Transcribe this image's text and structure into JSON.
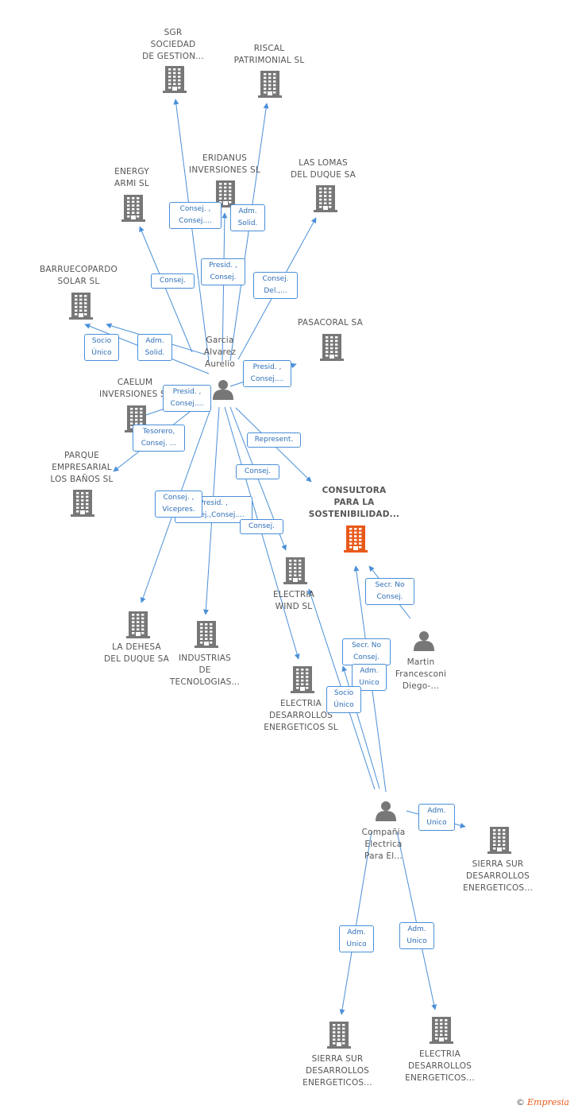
{
  "colors": {
    "edge": "#4a8fd8",
    "building": "#777777",
    "focus_building": "#e8591a",
    "person": "#777777"
  },
  "companies": [
    {
      "id": "sgr",
      "lines": [
        "SGR",
        "SOCIEDAD",
        "DE GESTION..."
      ]
    },
    {
      "id": "riscal",
      "lines": [
        "RISCAL",
        "PATRIMONIAL SL"
      ]
    },
    {
      "id": "eridanus",
      "lines": [
        "ERIDANUS",
        "INVERSIONES SL"
      ]
    },
    {
      "id": "energy",
      "lines": [
        "ENERGY",
        "ARMI SL"
      ]
    },
    {
      "id": "lomas",
      "lines": [
        "LAS LOMAS",
        "DEL DUQUE SA"
      ]
    },
    {
      "id": "barrue",
      "lines": [
        "BARRUECOPARDO",
        "SOLAR SL"
      ]
    },
    {
      "id": "pasacoral",
      "lines": [
        "PASACORAL SA"
      ]
    },
    {
      "id": "caelum",
      "lines": [
        "CAELUM",
        "INVERSIONES SL"
      ]
    },
    {
      "id": "parque",
      "lines": [
        "PARQUE",
        "EMPRESARIAL",
        "LOS BAÑOS SL"
      ]
    },
    {
      "id": "consultora",
      "lines": [
        "CONSULTORA",
        "PARA LA",
        "SOSTENIBILIDAD..."
      ],
      "focus": true
    },
    {
      "id": "electria_wind",
      "lines": [
        "ELECTRIA",
        "WIND SL"
      ]
    },
    {
      "id": "dehesa",
      "lines": [
        "LA DEHESA",
        "DEL DUQUE SA"
      ]
    },
    {
      "id": "industrias",
      "lines": [
        "INDUSTRIAS",
        "DE",
        "TECNOLOGIAS..."
      ]
    },
    {
      "id": "electria_des",
      "lines": [
        "ELECTRIA",
        "DESARROLLOS",
        "ENERGETICOS SL"
      ]
    },
    {
      "id": "sierra1",
      "lines": [
        "SIERRA SUR",
        "DESARROLLOS",
        "ENERGETICOS..."
      ]
    },
    {
      "id": "sierra2",
      "lines": [
        "SIERRA SUR",
        "DESARROLLOS",
        "ENERGETICOS..."
      ]
    },
    {
      "id": "electria_des2",
      "lines": [
        "ELECTRIA",
        "DESARROLLOS",
        "ENERGETICOS..."
      ]
    }
  ],
  "people": [
    {
      "id": "garcia",
      "lines": [
        "Garcia",
        "Alvarez",
        "Aurelio"
      ]
    },
    {
      "id": "martin",
      "lines": [
        "Martin",
        "Francesconi",
        "Diego-..."
      ]
    },
    {
      "id": "compania",
      "lines": [
        "Compañia",
        "Electrica",
        "Para El..."
      ]
    }
  ],
  "relations": [
    {
      "id": "r1",
      "lines": [
        "Consej. ,",
        "Consej...."
      ]
    },
    {
      "id": "r2",
      "lines": [
        "Adm.",
        "Solid."
      ]
    },
    {
      "id": "r3",
      "lines": [
        "Consej."
      ]
    },
    {
      "id": "r4",
      "lines": [
        "Presid. ,",
        "Consej."
      ]
    },
    {
      "id": "r5",
      "lines": [
        "Consej.",
        "Del.,..."
      ]
    },
    {
      "id": "r6",
      "lines": [
        "Socio",
        "Único"
      ]
    },
    {
      "id": "r7",
      "lines": [
        "Adm.",
        "Solid."
      ]
    },
    {
      "id": "r8",
      "lines": [
        "Presid. ,",
        "Consej...."
      ]
    },
    {
      "id": "r9",
      "lines": [
        "Presid. ,",
        "Consej...."
      ]
    },
    {
      "id": "r10",
      "lines": [
        "Tesorero,",
        "Consej. ..."
      ]
    },
    {
      "id": "r11",
      "lines": [
        "Represent."
      ]
    },
    {
      "id": "r12",
      "lines": [
        "Consej."
      ]
    },
    {
      "id": "r13",
      "lines": [
        "Presid. ,",
        "Consej.,Consej...."
      ]
    },
    {
      "id": "r14",
      "lines": [
        "Consej. ,",
        "Vicepres."
      ]
    },
    {
      "id": "r15",
      "lines": [
        "Consej."
      ]
    },
    {
      "id": "r16",
      "lines": [
        "Secr. No",
        "Consej."
      ]
    },
    {
      "id": "r17",
      "lines": [
        "Secr. No",
        "Consej."
      ]
    },
    {
      "id": "r18",
      "lines": [
        "Adm.",
        "Unico"
      ]
    },
    {
      "id": "r19",
      "lines": [
        "Socio",
        "Único"
      ]
    },
    {
      "id": "r20",
      "lines": [
        "Adm.",
        "Unico"
      ]
    },
    {
      "id": "r21",
      "lines": [
        "Adm.",
        "Unico"
      ]
    },
    {
      "id": "r22",
      "lines": [
        "Adm.",
        "Unico"
      ]
    }
  ],
  "footer": {
    "copyright": "©",
    "brand": "Empresia"
  }
}
